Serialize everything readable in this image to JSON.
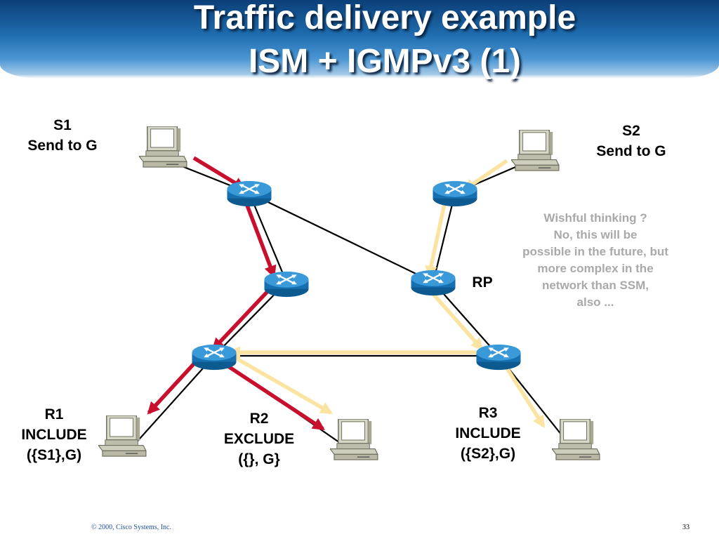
{
  "title": {
    "line1": "Traffic delivery example",
    "line2": "ISM + IGMPv3 (1)"
  },
  "hosts": {
    "s1": {
      "name": "S1",
      "action": "Send to G"
    },
    "s2": {
      "name": "S2",
      "action": "Send to G"
    },
    "r1": {
      "name": "R1",
      "mode": "INCLUDE",
      "filter": "({S1},G)"
    },
    "r2": {
      "name": "R2",
      "mode": "EXCLUDE",
      "filter": "({}, G}"
    },
    "r3": {
      "name": "R3",
      "mode": "INCLUDE",
      "filter": "({S2},G)"
    }
  },
  "rp_label": "RP",
  "note": {
    "lines": [
      "Wishful thinking ?",
      "No, this will be",
      "possible in the future, but",
      "more complex in the",
      "network than SSM,",
      "also ..."
    ],
    "color": "#a9a9a9"
  },
  "colors": {
    "s1_traffic": "#c8102e",
    "s2_traffic": "#fbe3a1",
    "router": "#1a7fc0",
    "link": "#000000"
  },
  "footer": {
    "copyright": "© 2000, Cisco Systems, Inc.",
    "page": "33"
  }
}
